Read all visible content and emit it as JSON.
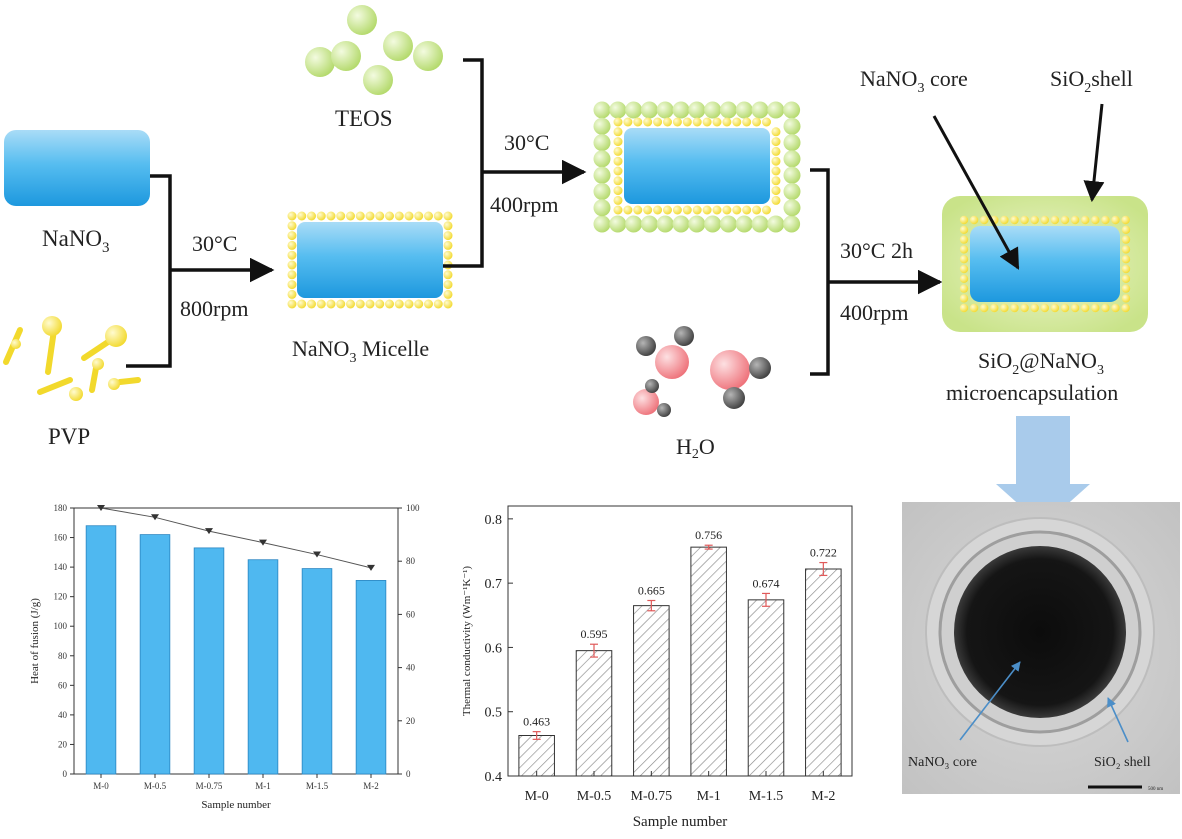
{
  "schematic": {
    "nano3": {
      "label_main": "NaNO",
      "label_sub": "3"
    },
    "pvp": {
      "label": "PVP"
    },
    "step1": {
      "temp": "30°C",
      "speed": "800rpm"
    },
    "micelle": {
      "label_main": "NaNO",
      "label_sub": "3",
      "label_rest": " Micelle"
    },
    "teos": {
      "label": "TEOS"
    },
    "step2": {
      "temp": "30°C",
      "speed": "400rpm"
    },
    "water": {
      "label_main": "H",
      "label_sub": "2",
      "label_rest": "O"
    },
    "step3": {
      "temp": "30°C 2h",
      "speed": "400rpm"
    },
    "core_callout": {
      "label_main": "NaNO",
      "label_sub": "3",
      "label_rest": " core"
    },
    "shell_callout": {
      "label_main": "SiO",
      "label_sub": "2",
      "label_rest": "shell"
    },
    "capsule": {
      "line1_a": "SiO",
      "line1_sub1": "2",
      "line1_b": "@NaNO",
      "line1_sub2": "3",
      "line2": "microencapsulation"
    }
  },
  "tem": {
    "core_label": "NaNO₃ core",
    "shell_label": "SiO₂ shell",
    "scale_text": "500 nm"
  },
  "colors": {
    "bar_blue": "#4fb8f0",
    "nano3_blue": "#2ba6e6",
    "pvp_yellow": "#f6e24a",
    "teos_green": "#c4e37a",
    "shell_green": "#dcecaa",
    "water_red": "#f28b91",
    "water_gray": "#666666",
    "arrow_blue": "#a9cbeb",
    "error_red": "#e05a5a"
  },
  "chart_data": [
    {
      "type": "bar",
      "title": "",
      "xlabel": "Sample number",
      "ylabel": "Heat of fusion (J/g)",
      "categories": [
        "M-0",
        "M-0.5",
        "M-0.75",
        "M-1",
        "M-1.5",
        "M-2"
      ],
      "series": [
        {
          "type": "bar",
          "axis": "left",
          "values": [
            168,
            162,
            153,
            145,
            139,
            131
          ]
        },
        {
          "type": "line",
          "marker": "triangle-down",
          "axis": "right",
          "values": [
            100,
            96.5,
            91.3,
            87,
            82.5,
            77.5
          ]
        }
      ],
      "ylim": [
        0,
        180
      ],
      "yticks": [
        0,
        20,
        40,
        60,
        80,
        100,
        120,
        140,
        160,
        180
      ],
      "y2lim": [
        0,
        100
      ],
      "y2ticks": [
        0,
        20,
        40,
        60,
        80,
        100
      ],
      "grid": false
    },
    {
      "type": "bar",
      "title": "",
      "xlabel": "Sample number",
      "ylabel": "Thermal conductivity (Wm⁻¹K⁻¹)",
      "categories": [
        "M-0",
        "M-0.5",
        "M-0.75",
        "M-1",
        "M-1.5",
        "M-2"
      ],
      "values": [
        0.463,
        0.595,
        0.665,
        0.756,
        0.674,
        0.722
      ],
      "value_labels": [
        "0.463",
        "0.595",
        "0.665",
        "0.756",
        "0.674",
        "0.722"
      ],
      "errors": [
        0.006,
        0.01,
        0.008,
        0.003,
        0.01,
        0.01
      ],
      "pattern": "hatched",
      "ylim": [
        0.4,
        0.82
      ],
      "yticks": [
        0.4,
        0.5,
        0.6,
        0.7,
        0.8
      ],
      "ytick_labels": [
        "0.4",
        "0.5",
        "0.6",
        "0.7",
        "0.8"
      ],
      "grid": false
    }
  ]
}
